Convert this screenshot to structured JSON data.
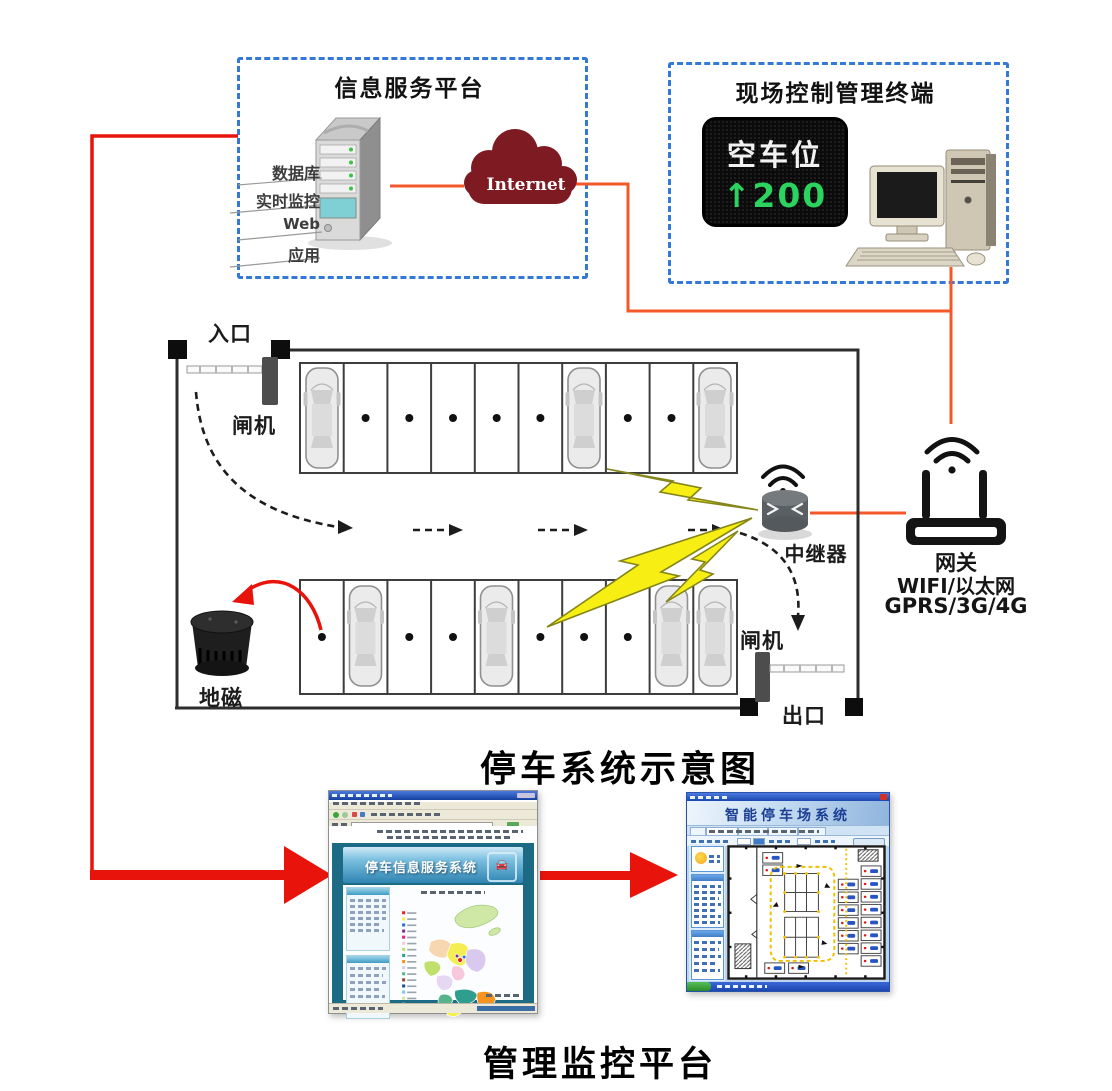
{
  "info_platform": {
    "title": "信息服务平台",
    "labels": [
      "数据库",
      "实时监控",
      "Web",
      "应用"
    ],
    "cloud": "Internet"
  },
  "terminal": {
    "title": "现场控制管理终端",
    "led_line1": "空车位",
    "led_line2": "↑200"
  },
  "gateway": {
    "name": "网关",
    "tech1": "WIFI/以太网",
    "tech2": "GPRS/3G/4G"
  },
  "lot": {
    "entrance": "入口",
    "entrance_gate": "闸机",
    "repeater": "中继器",
    "magnet": "地磁",
    "exit_gate": "闸机",
    "exit": "出口"
  },
  "captions": {
    "diagram": "停车系统示意图",
    "platform": "管理监控平台"
  },
  "screens": {
    "web_title": "停车信息服务系统",
    "app_title": "智能停车场系统"
  },
  "colors": {
    "line_red": "#e8140c",
    "line_orange": "#f4582a",
    "box_border_blue": "#3579d8",
    "led_green": "#2bd35f",
    "bolt_yellow": "#f7ef13",
    "cloud_red": "#7e1a22"
  }
}
